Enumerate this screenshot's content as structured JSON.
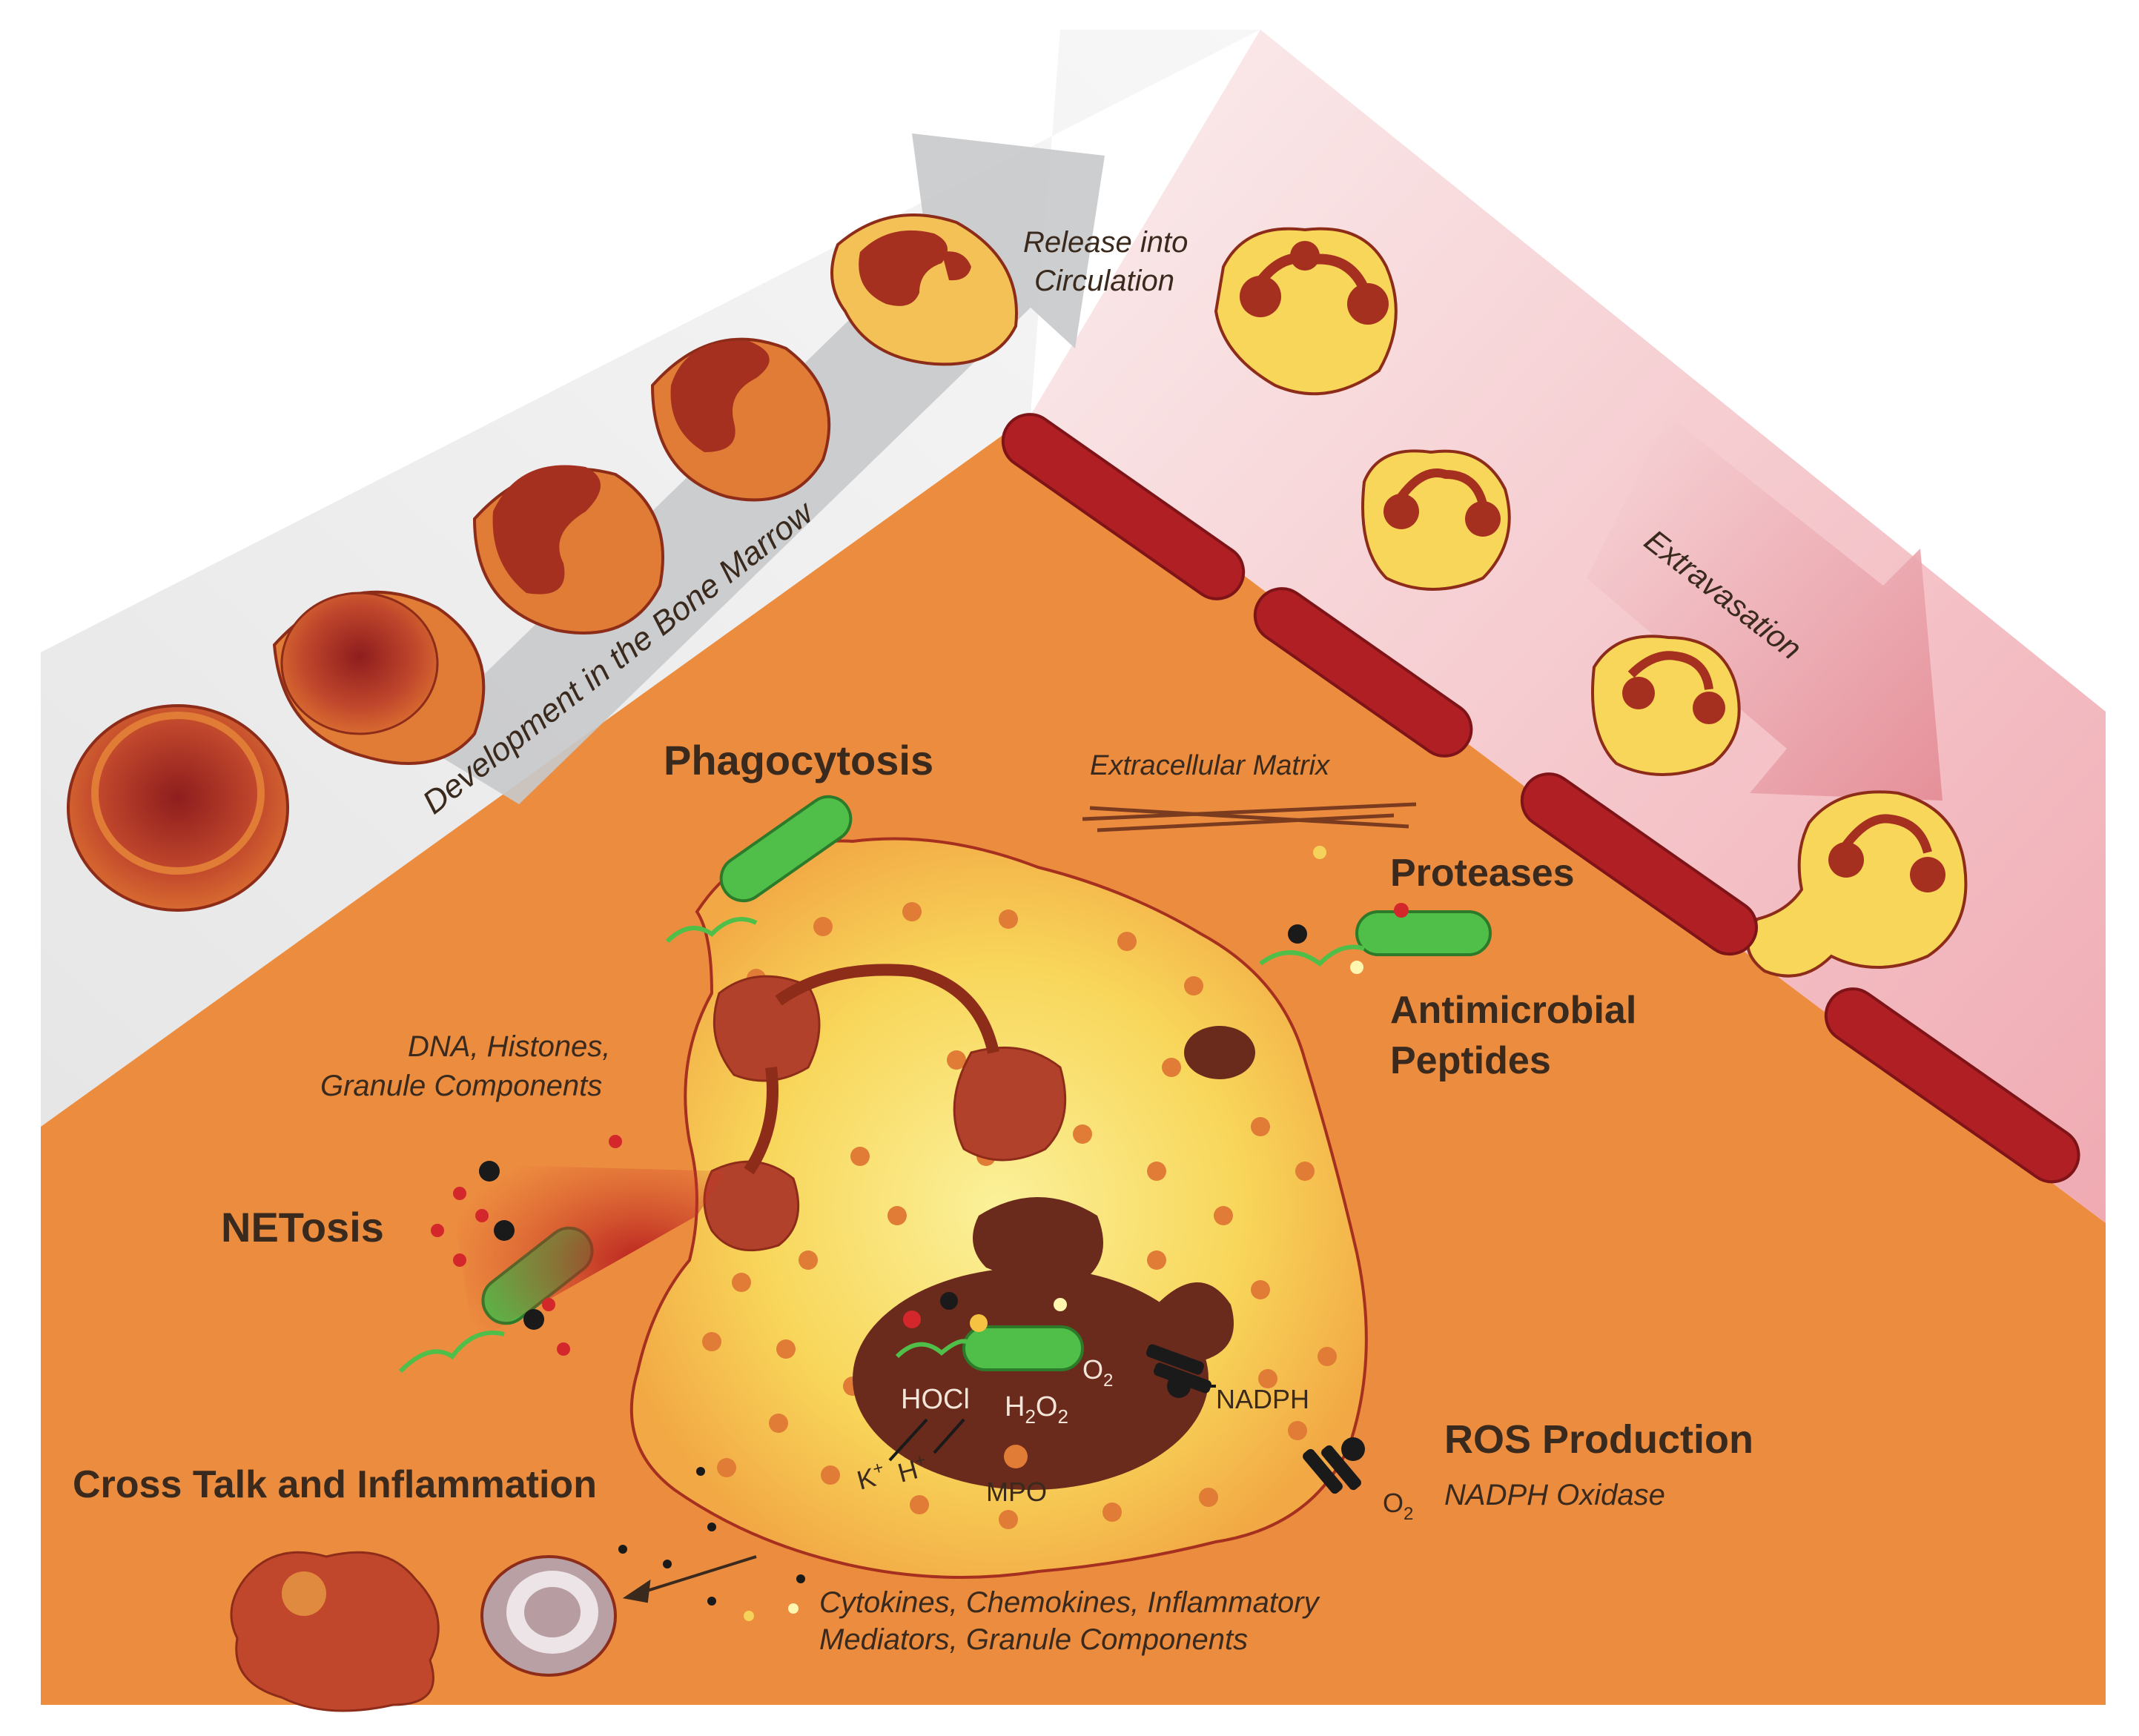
{
  "labels": {
    "development": "Development in the Bone Marrow",
    "release_line1": "Release into",
    "release_line2": "Circulation",
    "extravasation": "Extravasation",
    "ecm": "Extracellular Matrix",
    "phagocytosis": "Phagocytosis",
    "proteases": "Proteases",
    "amp_line1": "Antimicrobial",
    "amp_line2": "Peptides",
    "net_components_line1": "DNA, Histones,",
    "net_components_line2": "Granule Components",
    "netosis": "NETosis",
    "ros": "ROS Production",
    "nadph_oxidase": "NADPH Oxidase",
    "cross_talk": "Cross Talk and Inflammation",
    "mediators_line1": "Cytokines, Chemokines, Inflammatory",
    "mediators_line2": "Mediators, Granule Components",
    "hocl": "HOCl",
    "h2o2": "H",
    "h2o2_sub1": "2",
    "h2o2_o": "O",
    "h2o2_sub2": "2",
    "o2_inner": "O",
    "o2_inner_sub": "2",
    "o2_outer": "O",
    "o2_outer_sub": "2",
    "nadph": "NADPH",
    "mpo": "MPO",
    "k_ion": "K",
    "k_sup": "+",
    "h_ion": "H",
    "h_sup": "+"
  },
  "colors": {
    "tissue": "#ec8c3f",
    "marrow_band": "#ebebeb",
    "vessel_band": "#f3c2c6",
    "vessel": "#b01f24",
    "cell_fill": "#f8d65a",
    "nucleus": "#b2412b",
    "phagosome": "#6a2a1c",
    "bacterium": "#4fbf4a"
  }
}
